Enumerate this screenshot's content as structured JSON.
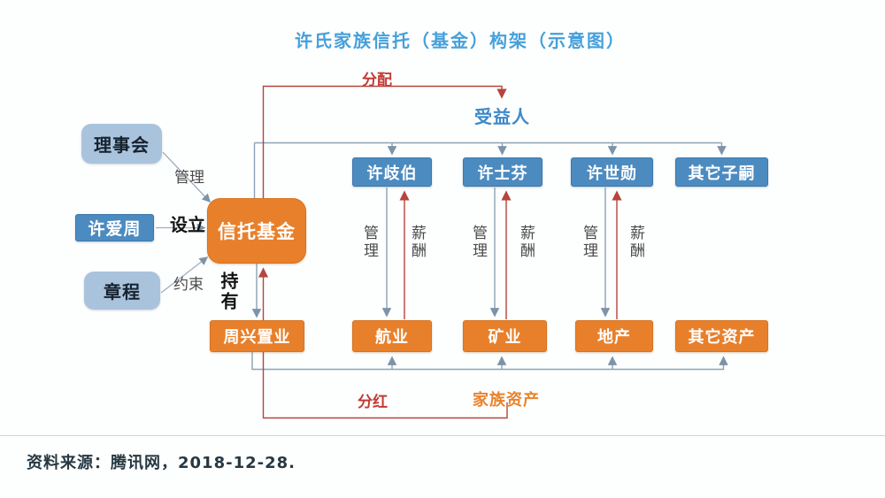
{
  "title": "许氏家族信托（基金）构架（示意图）",
  "source_note": "资料来源：腾讯网，2018-12-28.",
  "nodes": {
    "board": "理事会",
    "founder": "许爱周",
    "charter": "章程",
    "trust": "信托基金",
    "beneficiary": "受益人",
    "heirs": [
      "许歧伯",
      "许士芬",
      "许世勋",
      "其它子嗣"
    ],
    "holding": "周兴置业",
    "assets": [
      "航业",
      "矿业",
      "地产",
      "其它资产"
    ],
    "asset_group": "家族资产"
  },
  "edge_labels": {
    "manage_board": "管理",
    "establish": "设立",
    "constrain": "约束",
    "hold": "持有",
    "distribute": "分配",
    "dividend": "分红",
    "manage": "管理",
    "salary": "薪酬"
  },
  "colors": {
    "title_blue": "#46a0da",
    "node_blue": "#4c8bc0",
    "node_lightblue": "#a9c3dd",
    "node_orange": "#e8802b",
    "arrow_red": "#b5453e",
    "line_gray": "#8da2b5"
  }
}
